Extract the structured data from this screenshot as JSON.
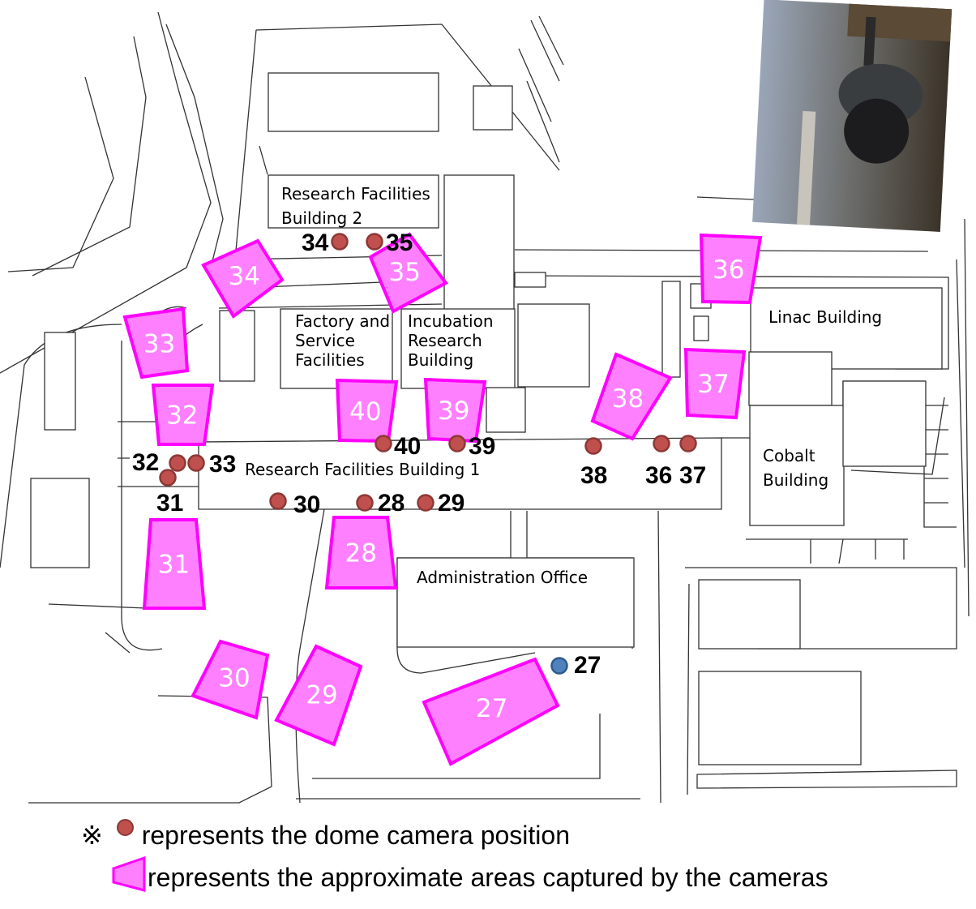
{
  "buildings": [
    {
      "id": "rfb2",
      "lines": [
        "Research Facilities",
        "Building 2"
      ]
    },
    {
      "id": "factory",
      "lines": [
        "Factory and",
        "Service",
        "Facilities"
      ]
    },
    {
      "id": "incubation",
      "lines": [
        "Incubation",
        "Research",
        "Building"
      ]
    },
    {
      "id": "rfb1",
      "lines": [
        "Research Facilities Building 1"
      ]
    },
    {
      "id": "linac",
      "lines": [
        "Linac Building"
      ]
    },
    {
      "id": "cobalt",
      "lines": [
        "Cobalt",
        "Building"
      ]
    },
    {
      "id": "admin",
      "lines": [
        "Administration Office"
      ]
    }
  ],
  "cameras": [
    {
      "id": "27",
      "label": "27",
      "type": "other"
    },
    {
      "id": "28",
      "label": "28",
      "type": "dome"
    },
    {
      "id": "29",
      "label": "29",
      "type": "dome"
    },
    {
      "id": "30",
      "label": "30",
      "type": "dome"
    },
    {
      "id": "31",
      "label": "31",
      "type": "dome"
    },
    {
      "id": "32",
      "label": "32",
      "type": "dome"
    },
    {
      "id": "33",
      "label": "33",
      "type": "dome"
    },
    {
      "id": "34",
      "label": "34",
      "type": "dome"
    },
    {
      "id": "35",
      "label": "35",
      "type": "dome"
    },
    {
      "id": "36",
      "label": "36",
      "type": "dome"
    },
    {
      "id": "37",
      "label": "37",
      "type": "dome"
    },
    {
      "id": "38",
      "label": "38",
      "type": "dome"
    },
    {
      "id": "39",
      "label": "39",
      "type": "dome"
    },
    {
      "id": "40",
      "label": "40",
      "type": "dome"
    }
  ],
  "legend": {
    "note_mark": "※",
    "dome_text": "represents the dome camera position",
    "area_text": "represents the approximate areas captured by the cameras"
  },
  "colors": {
    "area_fill": "#ff80ff",
    "area_stroke": "#ff00ff",
    "dome": "#c0504d",
    "other_camera": "#4f81bd"
  }
}
